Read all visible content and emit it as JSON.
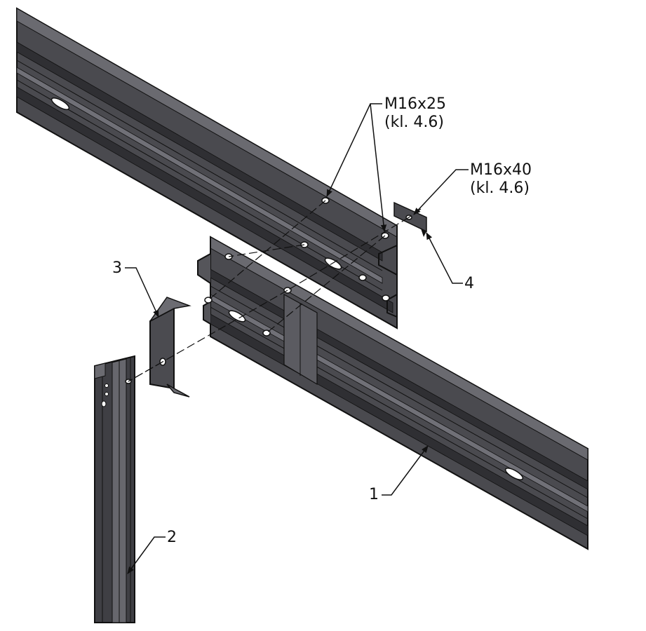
{
  "callouts": {
    "bolt_short": {
      "line1": "M16x25",
      "line2": "(kl. 4.6)"
    },
    "bolt_long": {
      "line1": "M16x40",
      "line2": "(kl. 4.6)"
    },
    "item_1": "1",
    "item_2": "2",
    "item_3": "3",
    "item_4": "4"
  },
  "colors": {
    "steel_dark": "#3d3d41",
    "steel_mid": "#56565b",
    "steel_light": "#6e6e74",
    "outline": "#111111"
  }
}
